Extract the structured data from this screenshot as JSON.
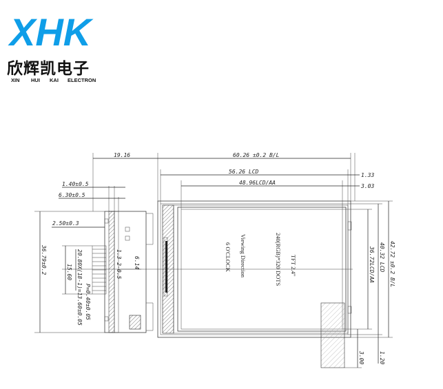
{
  "brand": {
    "logo_text": "XHK",
    "name_cn": "欣辉凯电子",
    "name_en_words": [
      "XIN",
      "HUI",
      "KAI",
      "ELECTRON"
    ],
    "logo_color": "#0f9ee8"
  },
  "dimensions": {
    "width_total": "60.26 ±0.2 B/L",
    "width_lcd": "56.26  LCD",
    "width_aa": "48.96LCD/AA",
    "fpc_offset": "19.16",
    "right_gap_top": "1.33",
    "right_gap_aa": "3.03",
    "height_total": "42.72 ±0.2 B/L",
    "height_lcd": "40.32  LCD",
    "height_aa": "36.72LCD/AA",
    "bottom_gap_1": "1.20",
    "bottom_gap_2": "3.00",
    "fpc_w1": "1.40±0.5",
    "fpc_w2": "6.30±0.5",
    "fpc_tail": "2.50±0.3",
    "fpc_len": "36.79±0.2",
    "fpc_pitch_len": "15.60",
    "fpc_pins": "20.80X(18-1)=13.60±0.05",
    "fpc_pin_w": "P=0.40±0.05",
    "fpc_small": "1.3 2-0.5",
    "fpc_mark": "6.14"
  },
  "panel_notes": {
    "line1": "TFT 2.4\"",
    "line2": "240(RGB)*320 DOTS",
    "line3": "Viewing Direction",
    "line4": "6 O'CLOCK"
  }
}
